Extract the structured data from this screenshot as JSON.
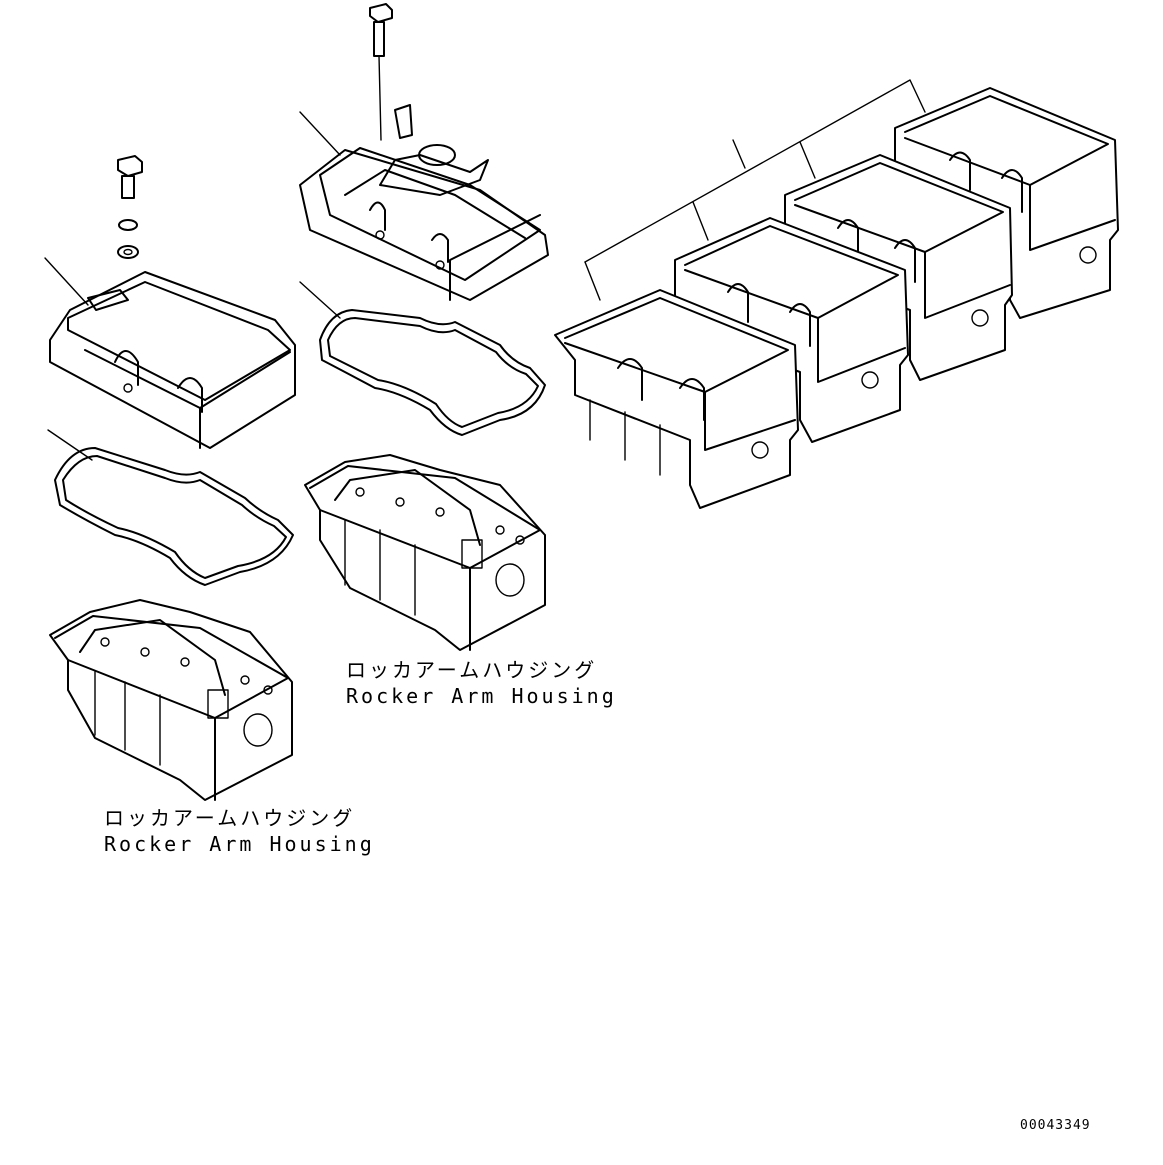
{
  "labels": [
    {
      "id": "housing-label-center",
      "jp": "ロッカアームハウジング",
      "en": "Rocker Arm Housing"
    },
    {
      "id": "housing-label-left",
      "jp": "ロッカアームハウジング",
      "en": "Rocker Arm Housing"
    }
  ],
  "drawing_number": "00043349"
}
